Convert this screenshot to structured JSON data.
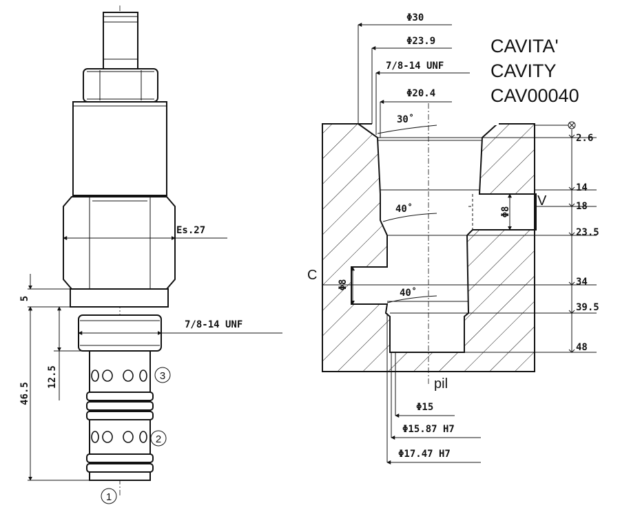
{
  "cavity": {
    "title_it": "CAVITA'",
    "title_en": "CAVITY",
    "code": "CAV00040"
  },
  "cartridge": {
    "hex_size": "Es.27",
    "thread": "7/8-14 UNF",
    "dim_5": "5",
    "dim_12_5": "12.5",
    "dim_46_5": "46.5",
    "ports": [
      "1",
      "2",
      "3"
    ]
  },
  "cavity_dims": {
    "d30": "Φ30",
    "d23_9": "Φ23.9",
    "thread": "7/8-14 UNF",
    "d20_4": "Φ20.4",
    "angle_30": "30˚",
    "angle_40_top": "40˚",
    "angle_40_bottom": "40˚",
    "port_v": "V",
    "port_c": "C",
    "port_dia_v": "Φ8",
    "port_dia_c": "Φ8",
    "pilot": "pil",
    "d15": "Φ15",
    "d15_87": "Φ15.87 H7",
    "d17_47": "Φ17.47 H7",
    "depths": [
      "2.6",
      "14",
      "18",
      "23.5",
      "34",
      "39.5",
      "48"
    ]
  }
}
